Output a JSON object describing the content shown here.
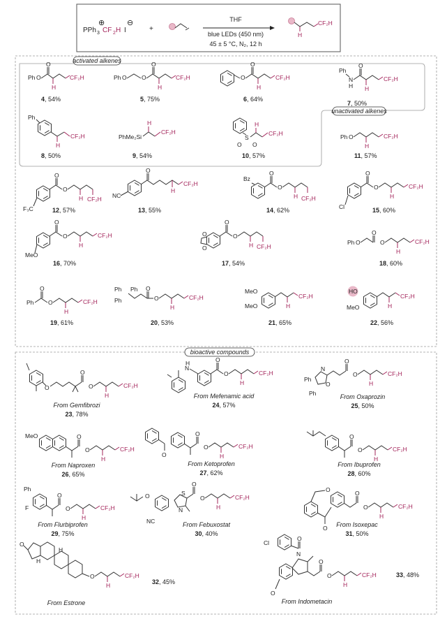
{
  "reaction": {
    "reagent_main": "PPh",
    "reagent_sub3": "3",
    "reagent_cf2h": "CF",
    "reagent_cf2h_sub": "2",
    "reagent_cf2h_h": "H",
    "iodide": "I",
    "plus": "+",
    "plus_charge": "⊕",
    "minus_charge": "⊖",
    "conditions_top": "THF",
    "conditions_mid": "blue LEDs (450 nm)",
    "conditions_bot": "45 ± 5 °C, N₂, 12 h",
    "product_group": "CF₂H",
    "product_h": "H"
  },
  "tags": {
    "activated": "activated alkenes",
    "unactivated": "unactivated alkenes",
    "bioactive": "bioactive compounds"
  },
  "labels": {
    "cf2h": "CF₂H",
    "h": "H",
    "ph": "Ph",
    "pho": "Ph",
    "o": "O",
    "n": "N",
    "s": "S",
    "cl": "Cl",
    "meo": "MeO",
    "f3c": "F₃C",
    "nc": "NC",
    "bz": "Bz",
    "ho": "HO",
    "f": "F",
    "phme2si": "PhMe₂Si"
  },
  "compounds": [
    {
      "num": "4",
      "yield": "54%"
    },
    {
      "num": "5",
      "yield": "75%"
    },
    {
      "num": "6",
      "yield": "64%"
    },
    {
      "num": "7",
      "yield": "50%"
    },
    {
      "num": "8",
      "yield": "50%"
    },
    {
      "num": "9",
      "yield": "54%"
    },
    {
      "num": "10",
      "yield": "57%"
    },
    {
      "num": "11",
      "yield": "57%"
    },
    {
      "num": "12",
      "yield": "57%"
    },
    {
      "num": "13",
      "yield": "55%"
    },
    {
      "num": "14",
      "yield": "62%"
    },
    {
      "num": "15",
      "yield": "60%"
    },
    {
      "num": "16",
      "yield": "70%"
    },
    {
      "num": "17",
      "yield": "54%"
    },
    {
      "num": "18",
      "yield": "60%"
    },
    {
      "num": "19",
      "yield": "61%"
    },
    {
      "num": "20",
      "yield": "53%"
    },
    {
      "num": "21",
      "yield": "65%"
    },
    {
      "num": "22",
      "yield": "56%"
    },
    {
      "num": "23",
      "yield": "78%",
      "from": "From Gemfibrozi"
    },
    {
      "num": "24",
      "yield": "57%",
      "from": "From Mefenamic acid"
    },
    {
      "num": "25",
      "yield": "50%",
      "from": "From Oxaprozin"
    },
    {
      "num": "26",
      "yield": "65%",
      "from": "From Naproxen"
    },
    {
      "num": "27",
      "yield": "62%",
      "from": "From Ketoprofen"
    },
    {
      "num": "28",
      "yield": "60%",
      "from": "From Ibuprofen"
    },
    {
      "num": "29",
      "yield": "75%",
      "from": "From Flurbiprofen"
    },
    {
      "num": "30",
      "yield": "40%",
      "from": "From Febuxostat"
    },
    {
      "num": "31",
      "yield": "50%",
      "from": "From Isoxepac"
    },
    {
      "num": "32",
      "yield": "45%",
      "from": "From Estrone"
    },
    {
      "num": "33",
      "yield": "48%",
      "from": "From Indometacin"
    }
  ],
  "colors": {
    "accent": "#a3245a",
    "frame": "#9a9a9a",
    "highlight": "#e9b8c8"
  }
}
